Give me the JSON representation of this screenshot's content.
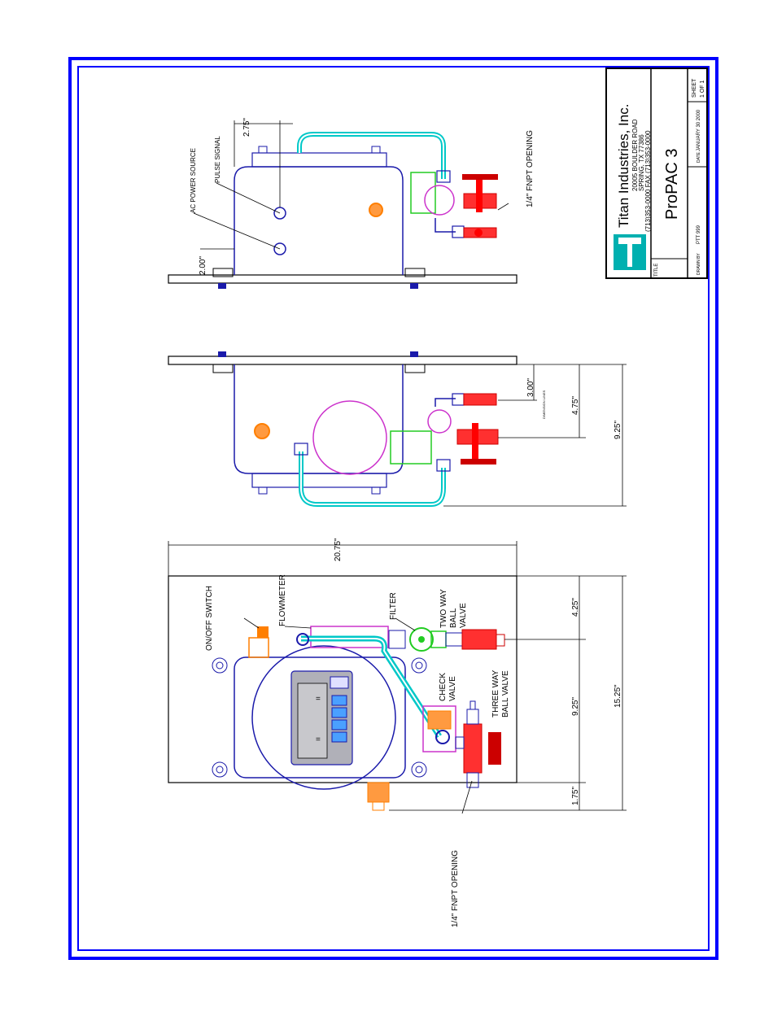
{
  "title_block": {
    "company": "Titan Industries, Inc.",
    "address": "20005 BOULDER ROAD",
    "city": "SPRING, TX 77386",
    "phone": "(713)353-0000 FAX (713)353-0000",
    "title_label": "TITLE",
    "product": "ProPAC 3",
    "drawn_by": "DRAWN BY",
    "drawn_value": "PTT 999",
    "date_label": "DATE",
    "date_value": "JANUARY 30 2000",
    "sheet_label": "SHEET",
    "sheet_value": "1 OF 1"
  },
  "top_view": {
    "dim_width": "2.75\"",
    "dim_height": "2.00\"",
    "label_ac_power": "AC POWER SOURCE",
    "label_pulse": "PULSE SIGNAL",
    "label_opening": "1/4\" FNPT OPENING"
  },
  "side_view": {
    "dim_a": "3.00\"",
    "dim_b": "4.75\"",
    "dim_c": "9.25\"",
    "label_small": "DIMENSION LINES"
  },
  "front_view": {
    "dim_width": "20.75\"",
    "dim_a": "4.25\"",
    "dim_b": "9.25\"",
    "dim_c": "1.75\"",
    "dim_total": "15.25\"",
    "label_switch": "ON/OFF SWITCH",
    "label_flowmeter": "FLOWMETER",
    "label_filter": "FILTER",
    "label_two_way_1": "TWO WAY",
    "label_two_way_2": "BALL",
    "label_two_way_3": "VALVE",
    "label_check_1": "CHECK",
    "label_check_2": "VALVE",
    "label_three_way_1": "THREE WAY",
    "label_three_way_2": "BALL VALVE",
    "label_opening": "1/4\" FNPT OPENING"
  },
  "colors": {
    "border": "#0000ff",
    "enclosure": "#1a1aaa",
    "tubing": "#00c8c8",
    "filter": "#22cc22",
    "valve": "#ff0000",
    "fitting": "#ff7f00",
    "flowmeter": "#cc33cc"
  }
}
